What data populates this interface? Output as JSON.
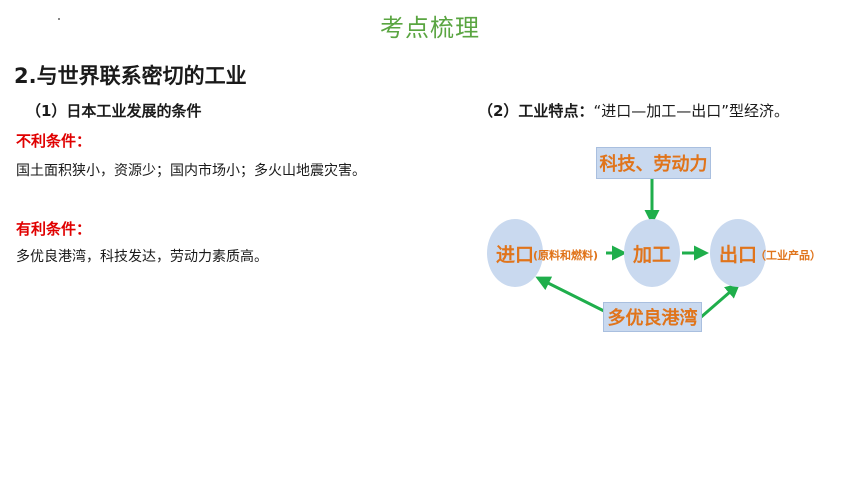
{
  "header": {
    "title": "考点梳理"
  },
  "section": {
    "heading": "2.与世界联系密切的工业"
  },
  "left": {
    "subheading": "（1）日本工业发展的条件",
    "unfavorable_heading": "不利条件：",
    "unfavorable_text": "国土面积狭小，资源少；国内市场小；多火山地震灾害。",
    "favorable_heading": "有利条件：",
    "favorable_text": "多优良港湾，科技发达，劳动力素质高。"
  },
  "right": {
    "subheading_label": "（2）工业特点：",
    "subheading_value": "“进口—加工—出口”型经济。"
  },
  "diagram": {
    "top_box": "科技、劳动力",
    "import": "进口",
    "import_note": "(原料和燃料)",
    "process": "加工",
    "export": "出口",
    "export_note": "（工业产品）",
    "bottom_box": "多优良港湾",
    "colors": {
      "node_fill": "#c9d9ef",
      "node_text": "#e0741b",
      "arrow": "#1fae4b"
    }
  }
}
